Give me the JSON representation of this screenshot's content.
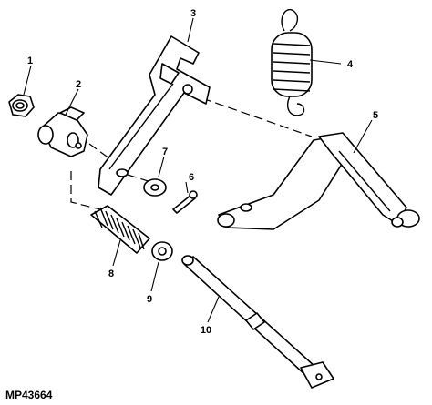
{
  "diagram": {
    "figure_id": "MP43664",
    "callouts": [
      "1",
      "2",
      "3",
      "4",
      "5",
      "6",
      "7",
      "8",
      "9",
      "10"
    ]
  }
}
